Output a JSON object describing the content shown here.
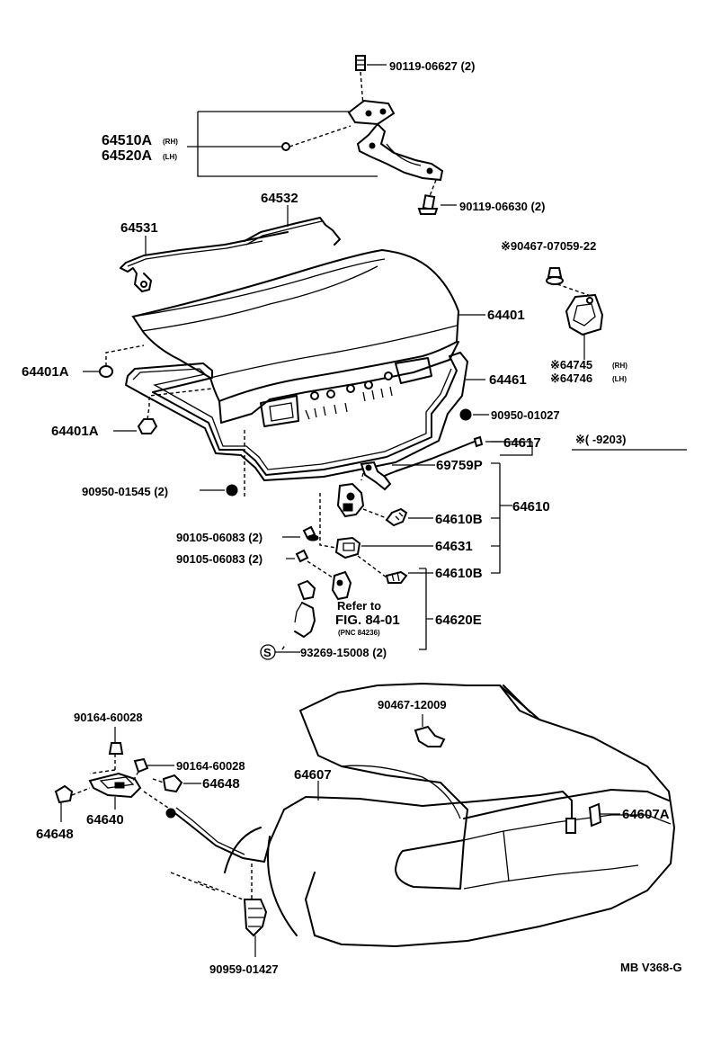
{
  "labels": {
    "p_90119_06627": "90119-06627 (2)",
    "p_64510A": "64510A",
    "p_64510A_side": "(RH)",
    "p_64520A": "64520A",
    "p_64520A_side": "(LH)",
    "p_64532": "64532",
    "p_64531": "64531",
    "p_90119_06630": "90119-06630 (2)",
    "p_90467_07059": "※90467-07059-22",
    "p_64401": "64401",
    "p_64401A_1": "64401A",
    "p_64461": "64461",
    "p_64745": "※64745",
    "p_64745_side": "(RH)",
    "p_64746": "※64746",
    "p_64746_side": "(LH)",
    "p_90950_01027": "90950-01027",
    "p_64401A_2": "64401A",
    "p_64617": "64617",
    "p_note_range": "※(      -9203)",
    "p_69759P": "69759P",
    "p_90950_01545": "90950-01545 (2)",
    "p_64610B_1": "64610B",
    "p_64610": "64610",
    "p_90105_06083_1": "90105-06083 (2)",
    "p_64631": "64631",
    "p_90105_06083_2": "90105-06083 (2)",
    "p_64610B_2": "64610B",
    "p_refer_1": "Refer to",
    "p_refer_2": "FIG. 84-01",
    "p_refer_3": "(PNC 84236)",
    "p_64620E": "64620E",
    "p_s_mark": "S",
    "p_93269_15008": "93269-15008 (2)",
    "p_90467_12009": "90467-12009",
    "p_90164_60028_1": "90164-60028",
    "p_90164_60028_2": "90164-60028",
    "p_64648_1": "64648",
    "p_64607": "64607",
    "p_64640": "64640",
    "p_64648_2": "64648",
    "p_64607A": "64607A",
    "p_90959_01427": "90959-01427",
    "p_ref_code": "MB V368-G"
  }
}
